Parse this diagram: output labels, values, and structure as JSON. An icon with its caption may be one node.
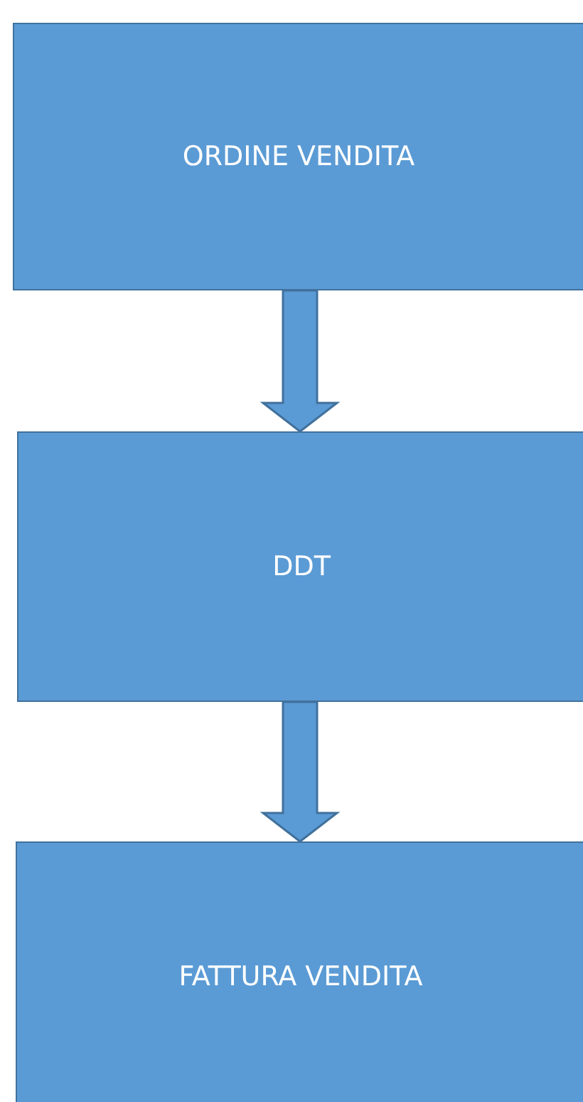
{
  "diagram": {
    "nodes": [
      {
        "text": [
          "ORDINE VENDITA"
        ]
      },
      {
        "text": [
          "DDT"
        ]
      },
      {
        "text": [
          "FATTURA VENDITA"
        ]
      }
    ],
    "edges": [
      {
        "from": 0,
        "to": 1,
        "arrow": "to"
      },
      {
        "from": 1,
        "to": 2,
        "arrow": "to"
      }
    ]
  }
}
